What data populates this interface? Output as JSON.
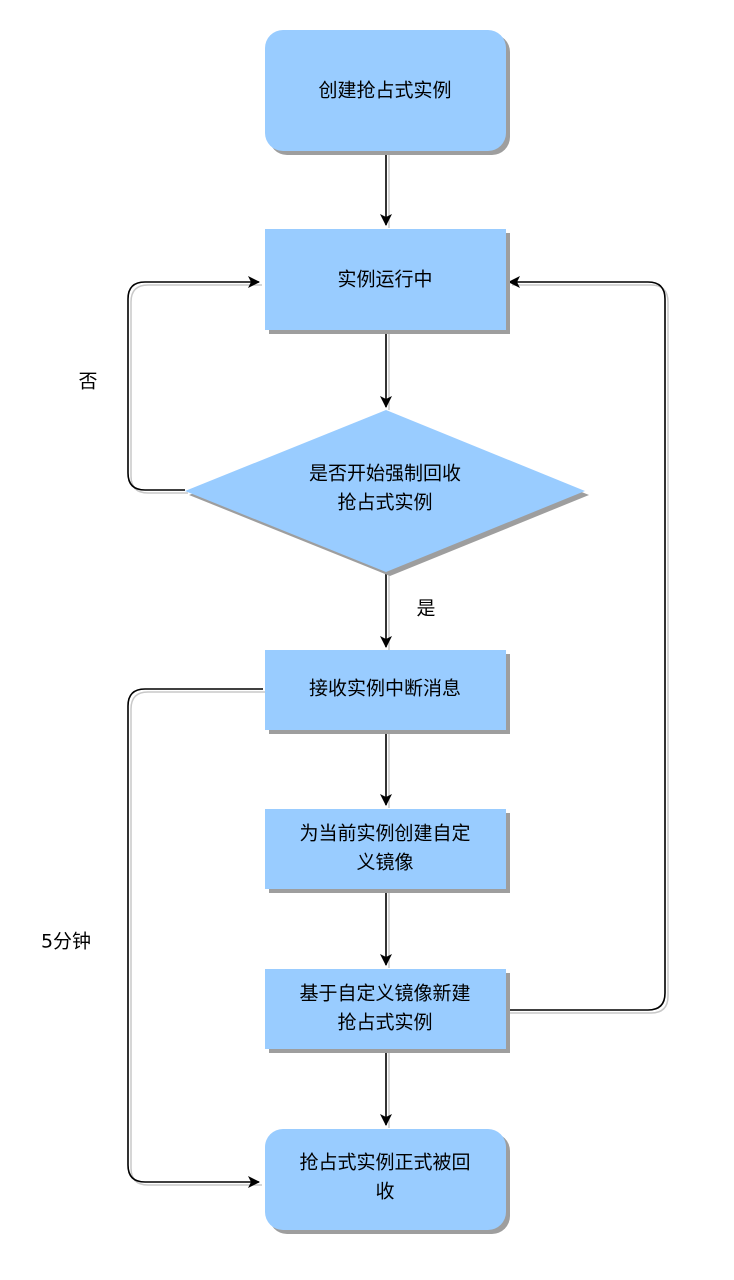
{
  "colors": {
    "node_fill": "#99ccff",
    "shadow": "#9e9e9e",
    "edge": "#000000",
    "background": "#ffffff"
  },
  "nodes": {
    "create": {
      "label": "创建抢占式实例"
    },
    "running": {
      "label": "实例运行中"
    },
    "decision": {
      "line1": "是否开始强制回收",
      "line2": "抢占式实例"
    },
    "receive": {
      "label": "接收实例中断消息"
    },
    "image": {
      "line1": "为当前实例创建自定",
      "line2": "义镜像"
    },
    "newinst": {
      "line1": "基于自定义镜像新建",
      "line2": "抢占式实例"
    },
    "reclaim": {
      "line1": "抢占式实例正式被回",
      "line2": "收"
    }
  },
  "edges": {
    "no_label": "否",
    "yes_label": "是",
    "timeout_label": "5分钟"
  }
}
